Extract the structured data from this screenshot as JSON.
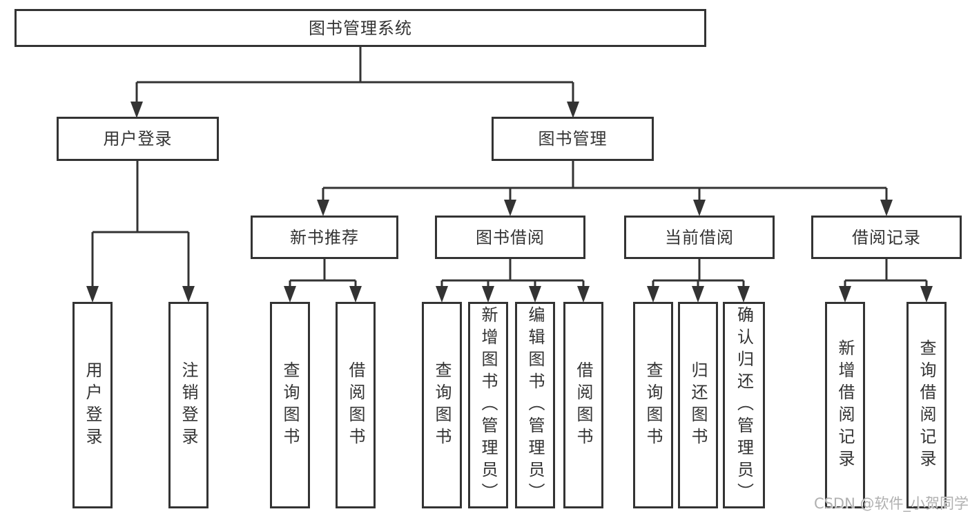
{
  "diagram": {
    "root": {
      "label": "图书管理系统"
    },
    "branches": [
      {
        "label": "用户登录",
        "children": [
          {
            "label": "用户登录"
          },
          {
            "label": "注销登录"
          }
        ]
      },
      {
        "label": "图书管理",
        "children": [
          {
            "label": "新书推荐",
            "children": [
              {
                "label": "查询图书"
              },
              {
                "label": "借阅图书"
              }
            ]
          },
          {
            "label": "图书借阅",
            "children": [
              {
                "label": "查询图书"
              },
              {
                "label": "新增图书（管理员）"
              },
              {
                "label": "编辑图书（管理员）"
              },
              {
                "label": "借阅图书"
              }
            ]
          },
          {
            "label": "当前借阅",
            "children": [
              {
                "label": "查询图书"
              },
              {
                "label": "归还图书"
              },
              {
                "label": "确认归还（管理员）"
              }
            ]
          },
          {
            "label": "借阅记录",
            "children": [
              {
                "label": "新增借阅记录"
              },
              {
                "label": "查询借阅记录"
              }
            ]
          }
        ]
      }
    ]
  },
  "watermark": {
    "text": "CSDN @软件_小贺同学"
  },
  "colors": {
    "line": "#333333",
    "text": "#333333",
    "watermark": "#b0b0b0",
    "background": "#ffffff"
  }
}
